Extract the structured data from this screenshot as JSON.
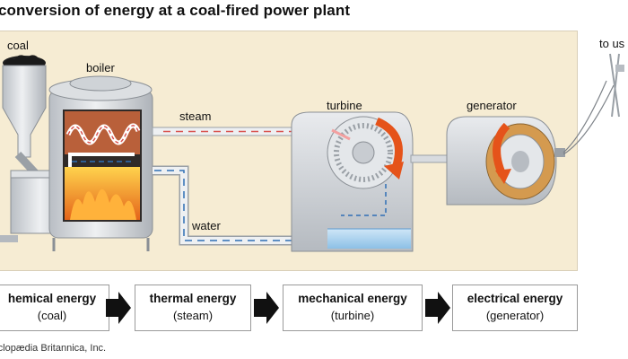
{
  "title": "conversion of energy at a coal-fired power plant",
  "labels": {
    "coal": "coal",
    "boiler": "boiler",
    "steam": "steam",
    "water": "water",
    "turbine": "turbine",
    "generator": "generator",
    "to_users": "to us"
  },
  "stages": [
    {
      "name": "hemical energy",
      "sub": "(coal)"
    },
    {
      "name": "thermal energy",
      "sub": "(steam)"
    },
    {
      "name": "mechanical energy",
      "sub": "(turbine)"
    },
    {
      "name": "electrical energy",
      "sub": "(generator)"
    }
  ],
  "credit": "rclopædia Britannica, Inc.",
  "colors": {
    "panel": "#f6ecd3",
    "steam_arrow": "#d9534f",
    "water_arrow": "#2f6fb5",
    "fire": "#f08a1c",
    "rotation_arrow": "#e5531a",
    "machine": "#d5d8dc"
  }
}
